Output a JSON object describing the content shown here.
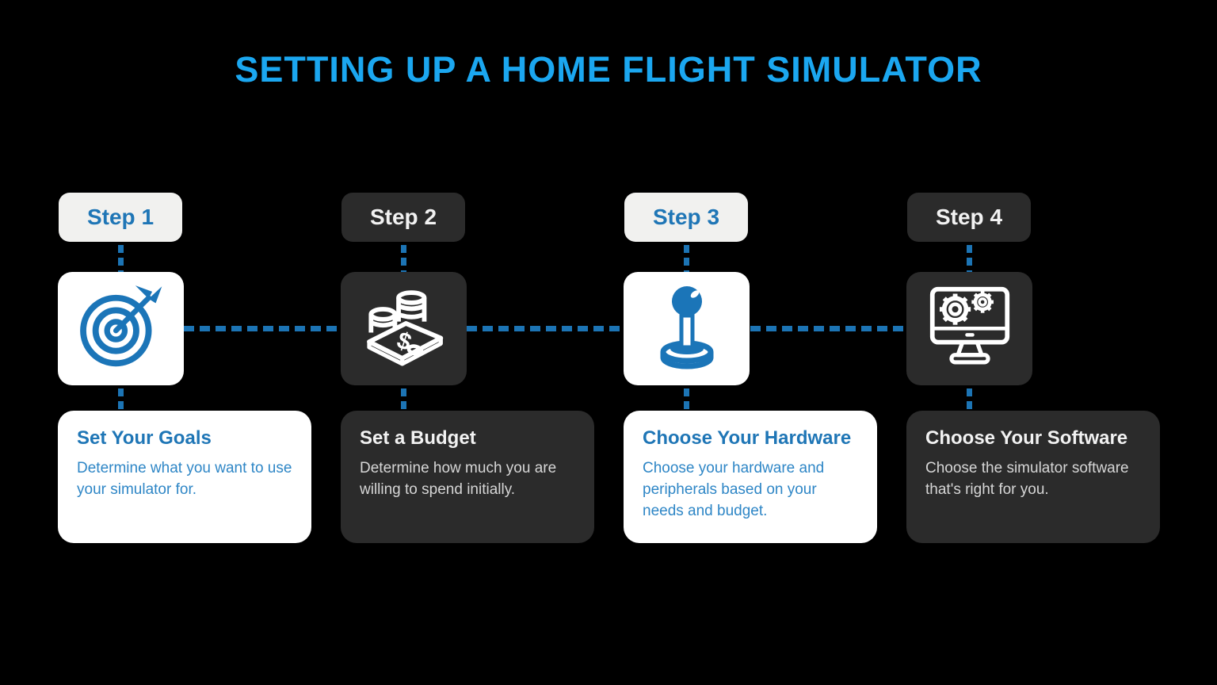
{
  "title": "SETTING UP A HOME FLIGHT SIMULATOR",
  "colors": {
    "background": "#000000",
    "title_blue": "#1BA7F0",
    "accent_blue": "#1F76B6",
    "body_blue": "#2E86C6",
    "connector_blue": "#1C74B4",
    "icon_blue": "#1B75B8",
    "dark_card": "#2B2B2B",
    "light_badge": "#F1F1EF",
    "white_card": "#FFFFFF",
    "white_text": "#F2F2F2",
    "gray_text": "#D6D6D6"
  },
  "steps": [
    {
      "badge": "Step 1",
      "icon": "target-icon",
      "title": "Set Your Goals",
      "body": "Determine what you want to use your simulator for."
    },
    {
      "badge": "Step 2",
      "icon": "money-icon",
      "title": "Set a Budget",
      "body": "Determine how much you are willing to spend initially."
    },
    {
      "badge": "Step 3",
      "icon": "joystick-icon",
      "title": "Choose Your Hardware",
      "body": "Choose your hardware and peripherals based on your needs and budget."
    },
    {
      "badge": "Step 4",
      "icon": "monitor-gears-icon",
      "title": "Choose Your Software",
      "body": "Choose the simulator software that's right for you."
    }
  ]
}
